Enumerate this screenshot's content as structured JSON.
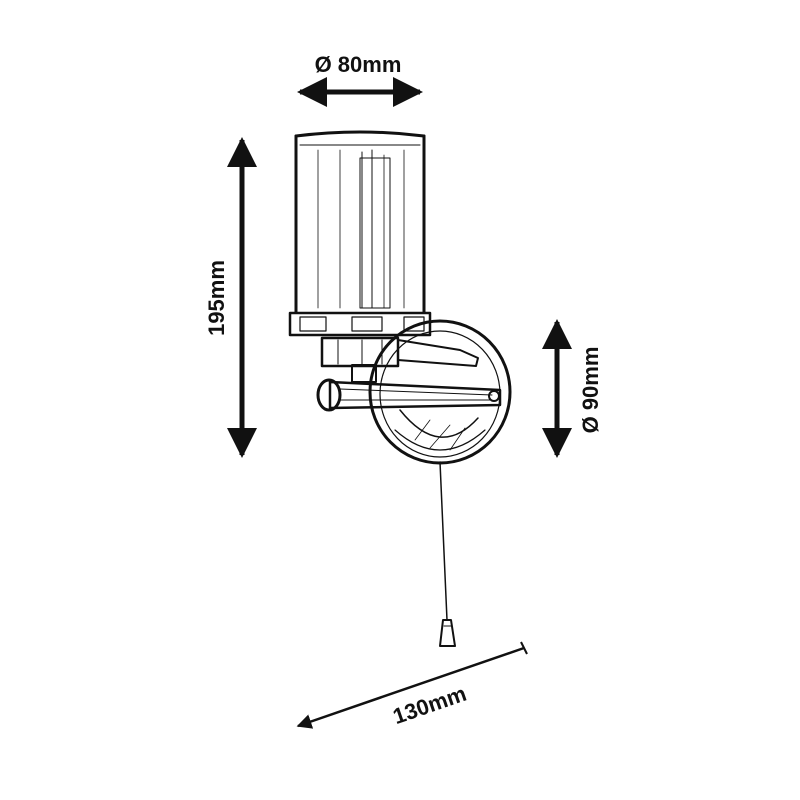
{
  "dimensions": {
    "diameter_top": "Ø 80mm",
    "height": "195mm",
    "diameter_base": "Ø 90mm",
    "depth": "130mm"
  },
  "colors": {
    "ink": "#111111",
    "background": "#ffffff"
  }
}
